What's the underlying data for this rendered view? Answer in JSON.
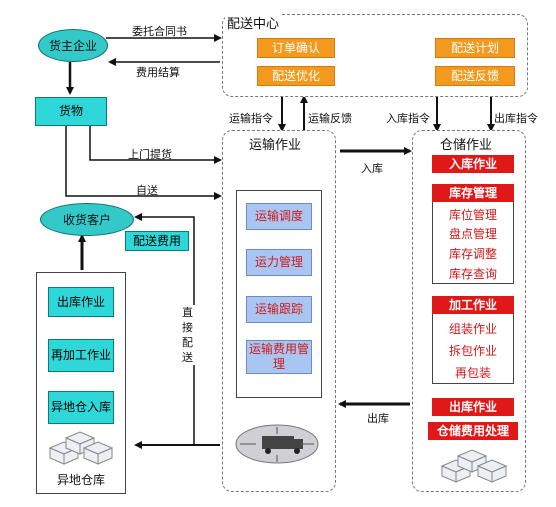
{
  "center": {
    "title": "配送中心",
    "boxes": [
      "订单确认",
      "配送优化",
      "配送计划",
      "配送反馈"
    ]
  },
  "shipper": "货主企业",
  "goods": "货物",
  "edges": {
    "commission": "委托合同书",
    "fee_settle": "费用结算",
    "door_pickup": "上门提货",
    "self_delivery": "自送",
    "transport_cmd": "运输指令",
    "transport_feedback": "运输反馈",
    "inbound_cmd": "入库指令",
    "outbound_cmd": "出库指令",
    "inbound": "入库",
    "outbound": "出库",
    "direct_delivery": "直接配送",
    "delivery_fee": "配送费用"
  },
  "transport": {
    "title": "运输作业",
    "items": [
      "运输调度",
      "运力管理",
      "运输跟踪",
      "运输费用管理"
    ]
  },
  "warehouse": {
    "title": "仓储作业",
    "inbound_op": "入库作业",
    "inventory": {
      "title": "库存管理",
      "items": [
        "库位管理",
        "盘点管理",
        "库存调整",
        "库存查询"
      ]
    },
    "processing": {
      "title": "加工作业",
      "items": [
        "组装作业",
        "拆包作业",
        "再包装"
      ]
    },
    "outbound_op": "出库作业",
    "storage_fee": "仓储费用处理"
  },
  "customer": "收货客户",
  "remote": {
    "title": "异地仓库",
    "items": [
      "出库作业",
      "再加工作业",
      "异地仓入库"
    ]
  }
}
